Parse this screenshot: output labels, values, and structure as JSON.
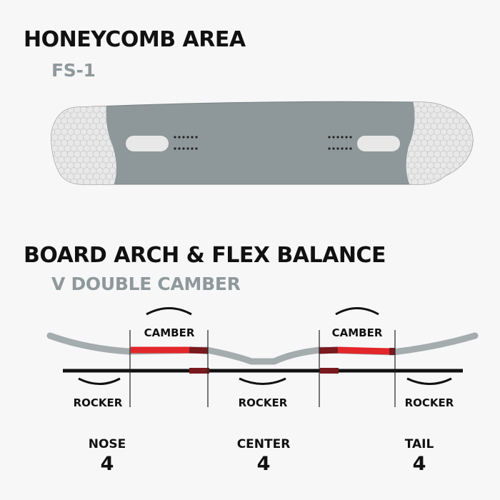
{
  "honeycomb": {
    "title": "HONEYCOMB AREA",
    "model": "FS-1"
  },
  "arch": {
    "title": "BOARD ARCH & FLEX BALANCE",
    "profile": "V DOUBLE CAMBER",
    "labels": {
      "camber_left": "CAMBER",
      "camber_right": "CAMBER",
      "rocker_left": "ROCKER",
      "rocker_center": "ROCKER",
      "rocker_right": "ROCKER"
    }
  },
  "flex": [
    {
      "zone": "NOSE",
      "value": "4"
    },
    {
      "zone": "CENTER",
      "value": "4"
    },
    {
      "zone": "TAIL",
      "value": "4"
    }
  ],
  "colors": {
    "board_gray": "#8e9799",
    "honeycomb": "#e6e6e6",
    "camber_red": "#e2262a",
    "dark_red": "#7a1a1e",
    "profile_gray": "#a5acae",
    "baseline": "#111111"
  }
}
